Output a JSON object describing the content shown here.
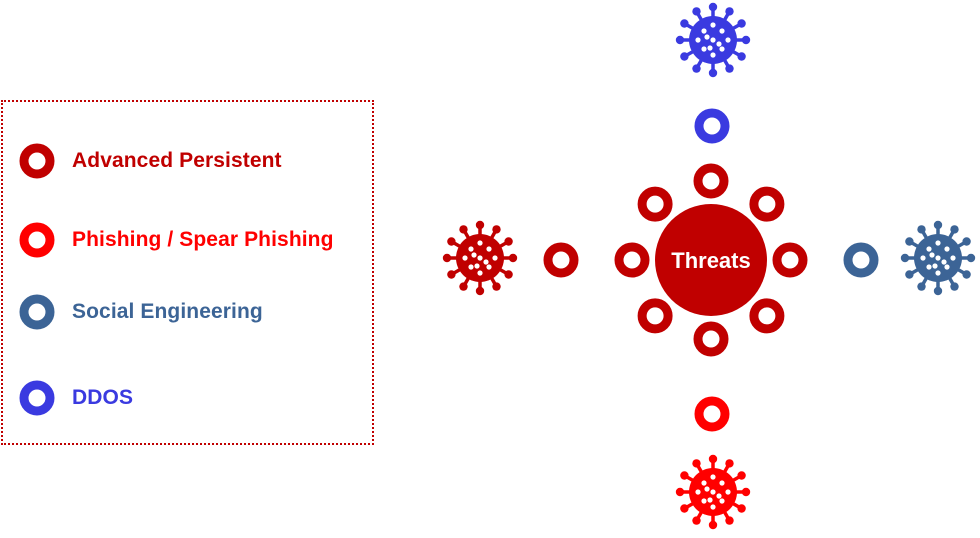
{
  "colors": {
    "advanced_persistent": "#c00000",
    "phishing": "#ff0000",
    "social_engineering": "#3c6496",
    "ddos": "#3a3ae0",
    "hub_text": "#ffffff"
  },
  "legend": {
    "items": [
      {
        "label": "Advanced Persistent",
        "color": "#c00000"
      },
      {
        "label": "Phishing / Spear Phishing",
        "color": "#ff0000"
      },
      {
        "label": "Social Engineering",
        "color": "#3c6496"
      },
      {
        "label": "DDOS",
        "color": "#3a3ae0"
      }
    ]
  },
  "hub": {
    "label": "Threats",
    "color": "#c00000"
  },
  "branches": {
    "top": {
      "threat": "DDOS",
      "color": "#3a3ae0",
      "icon": "virus-icon"
    },
    "bottom": {
      "threat": "Phishing / Spear Phishing",
      "color": "#ff0000",
      "icon": "virus-icon"
    },
    "left": {
      "threat": "Advanced Persistent",
      "color": "#c00000",
      "icon": "virus-icon"
    },
    "right": {
      "threat": "Social Engineering",
      "color": "#3c6496",
      "icon": "virus-icon"
    }
  },
  "satellite_ring_color": "#c00000"
}
